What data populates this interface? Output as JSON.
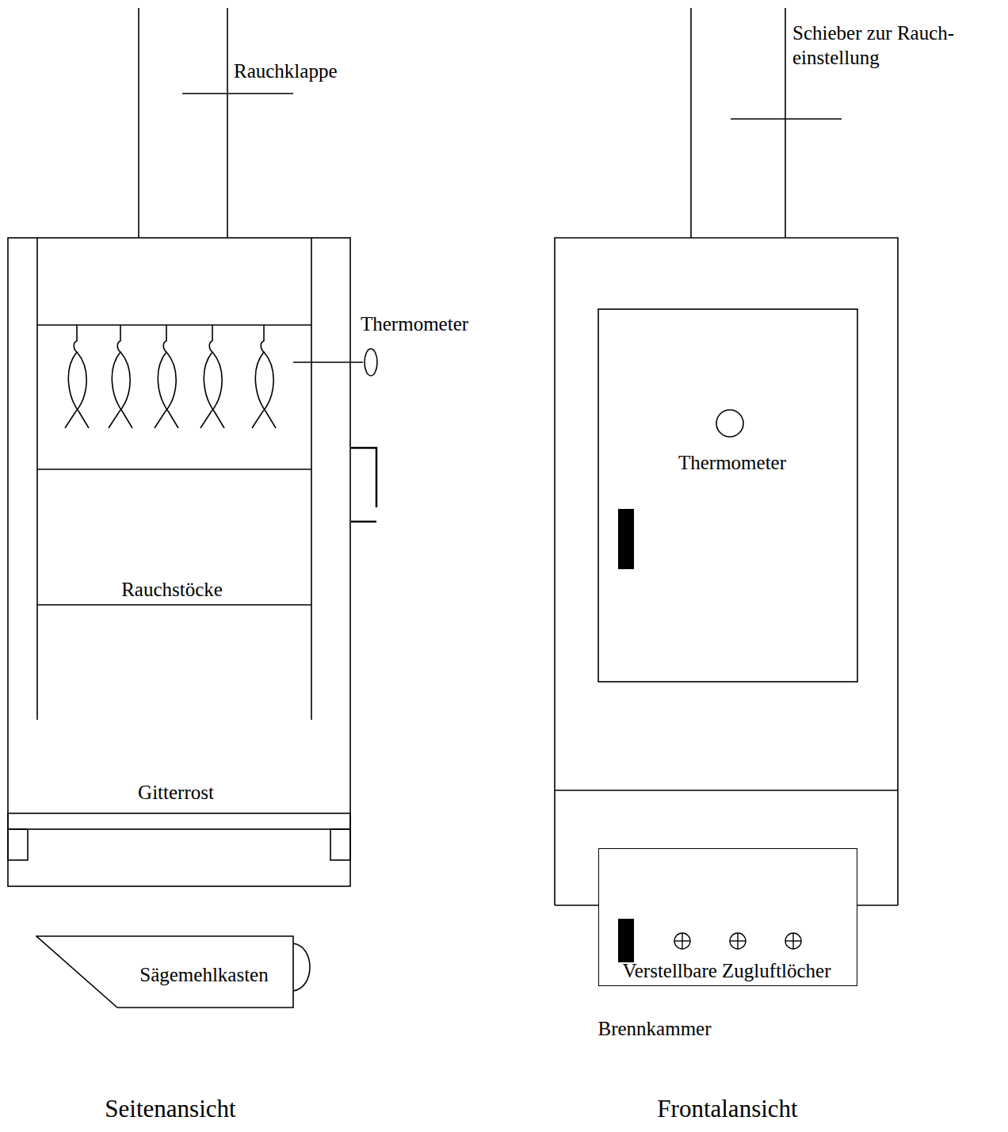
{
  "diagram": {
    "nodes": [
      {
        "text": [
          "Sägemehlkasten"
        ]
      },
      {
        "text": [
          "Verstellbare Zugluftlöcher",
          "Brennkammer"
        ]
      }
    ],
    "labels": [
      "Rauchklappe",
      "Schieber zur Rauch- einstellung",
      "Thermometer",
      "Thermometer",
      "Rauchstöcke",
      "Gitterrost",
      "Seitenansicht",
      "Frontalansicht"
    ]
  }
}
